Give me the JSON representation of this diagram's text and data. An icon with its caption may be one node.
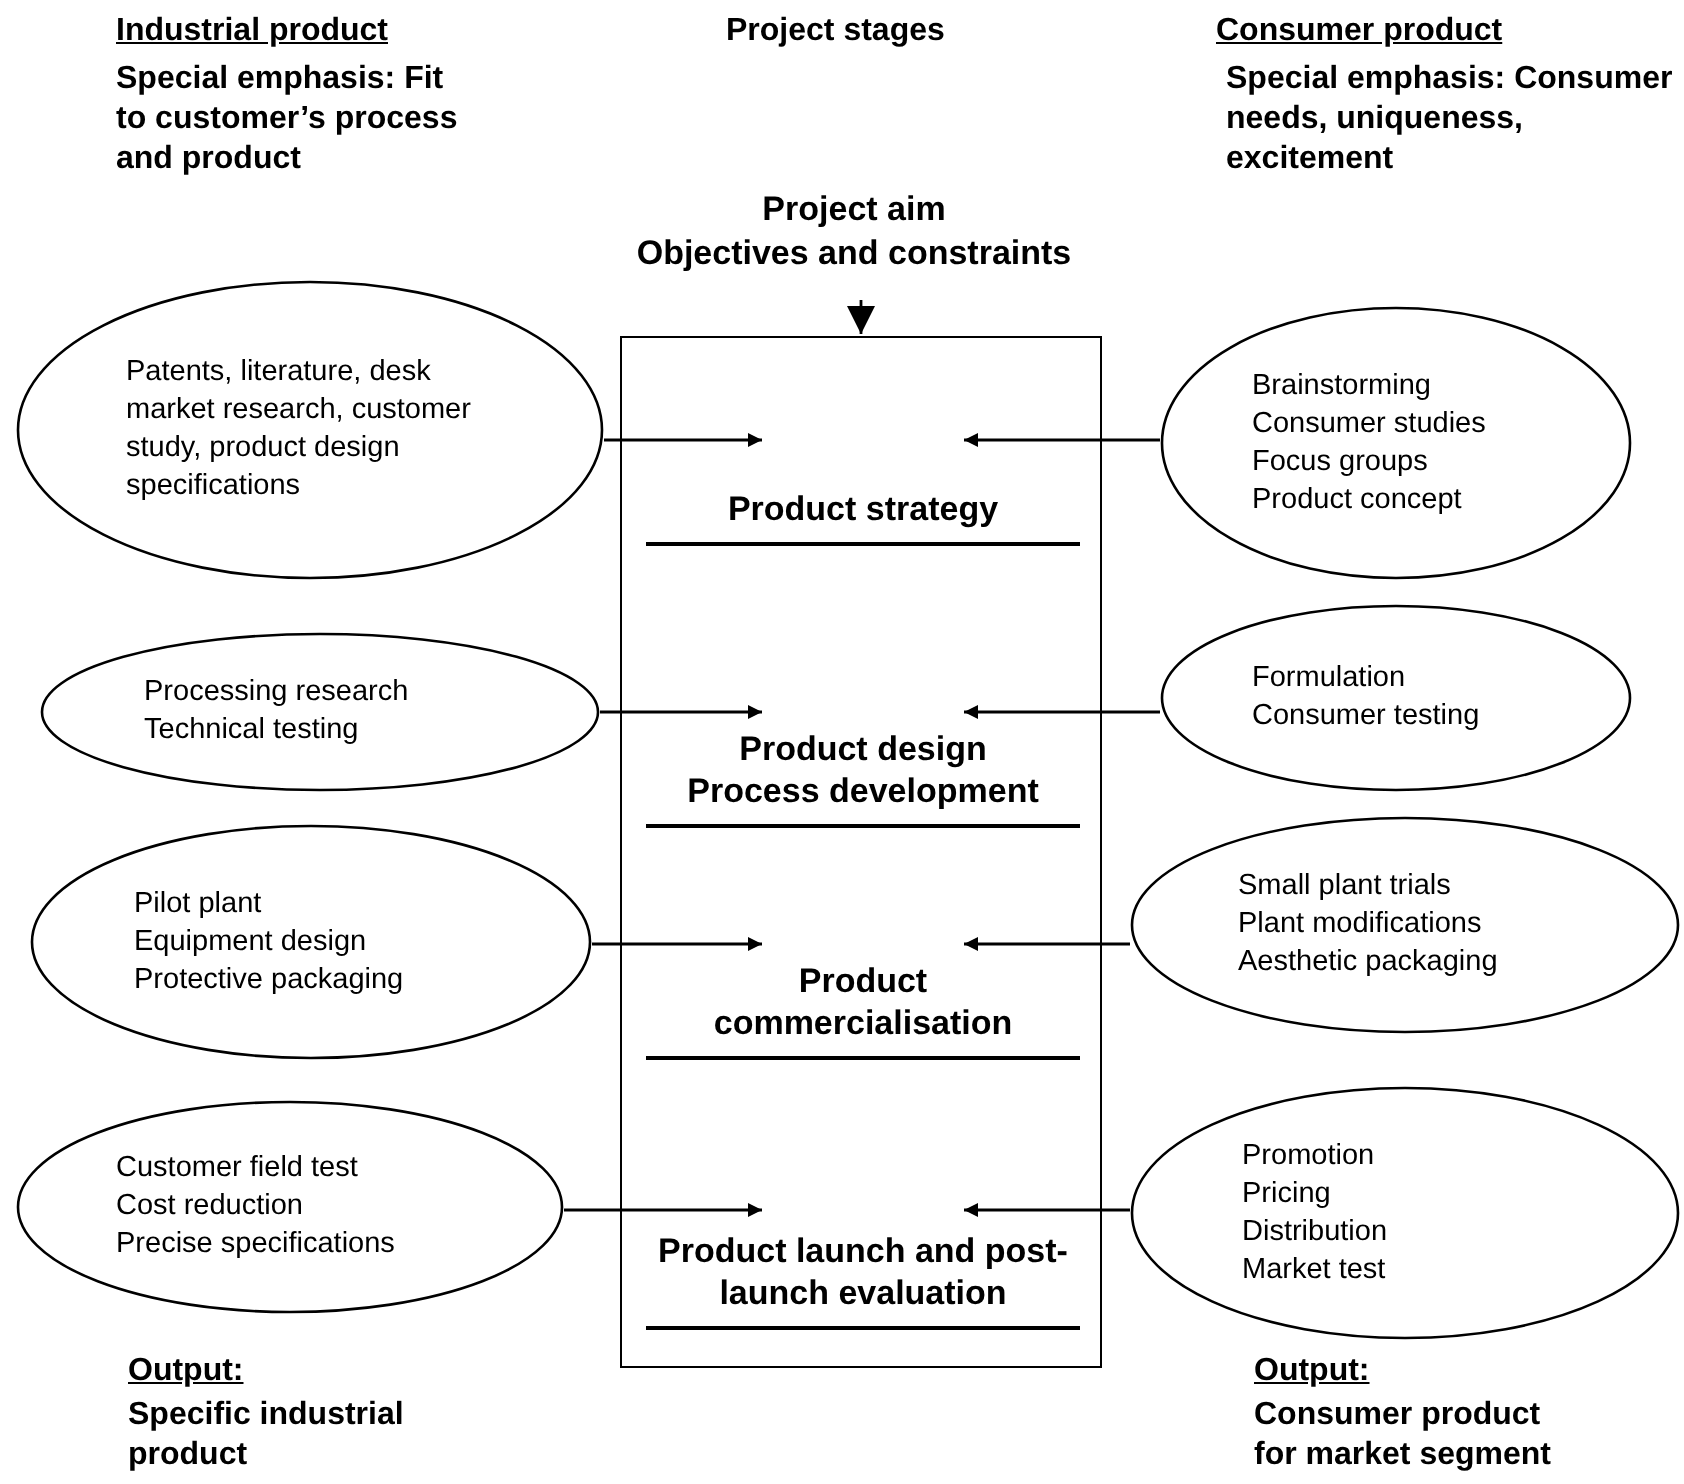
{
  "diagram": {
    "nodes": [
      {
        "text": [
          "Project aim",
          "Objectives and constraints"
        ]
      },
      {
        "text": [],
        "shape": "box"
      },
      {
        "text": [
          "Product strategy"
        ],
        "in": 1
      },
      {
        "text": [
          "Product design",
          "Process development"
        ],
        "in": 1
      },
      {
        "text": [
          "Product commercialisation"
        ],
        "in": 1
      },
      {
        "text": [
          "Product launch and post-launch evaluation"
        ],
        "in": 1
      },
      {
        "text": [
          "Patents, literature, desk market research, customer study, product design specifications"
        ]
      },
      {
        "text": [
          "Brainstorming",
          "Consumer studies",
          "Focus groups",
          "Product concept"
        ]
      },
      {
        "text": [
          "Processing research",
          "Technical testing"
        ]
      },
      {
        "text": [
          "Formulation",
          "Consumer testing"
        ]
      },
      {
        "text": [
          "Pilot plant",
          "Equipment design",
          "Protective packaging"
        ]
      },
      {
        "text": [
          "Small plant trials",
          "Plant modifications",
          "Aesthetic packaging"
        ]
      },
      {
        "text": [
          "Customer field test",
          "Cost reduction",
          "Precise  specifications"
        ]
      },
      {
        "text": [
          "Promotion",
          "Pricing",
          "Distribution",
          "Market test"
        ]
      }
    ],
    "edges": [
      {
        "from": 0,
        "to": 1,
        "arrow": "to"
      },
      {
        "from": 6,
        "to": 2,
        "arrow": "to"
      },
      {
        "from": 7,
        "to": 2,
        "arrow": "to"
      },
      {
        "from": 8,
        "to": 3,
        "arrow": "to"
      },
      {
        "from": 9,
        "to": 3,
        "arrow": "to"
      },
      {
        "from": 10,
        "to": 4,
        "arrow": "to"
      },
      {
        "from": 11,
        "to": 4,
        "arrow": "to"
      },
      {
        "from": 12,
        "to": 5,
        "arrow": "to"
      },
      {
        "from": 13,
        "to": 5,
        "arrow": "to"
      }
    ],
    "labels": [
      "Industrial product",
      "Project stages",
      "Consumer product",
      "Special emphasis: Fit to customer’s process and product",
      "Special emphasis: Consumer needs, uniqueness, excitement",
      "Output:",
      "Specific industrial product",
      "Output:",
      "Consumer product for market segment"
    ]
  }
}
